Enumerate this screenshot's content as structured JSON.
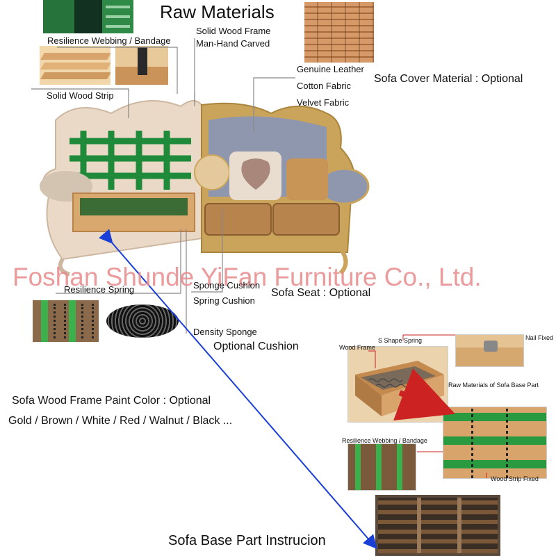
{
  "title": "Raw Materials",
  "labels": {
    "webbing": "Resilience Webbing / Bandage",
    "solid_wood_frame": "Solid Wood Frame",
    "man_hand_carved": "Man-Hand Carved",
    "solid_wood_strip": "Solid Wood Strip",
    "genuine_leather": "Genuine Leather",
    "cotton_fabric": "Cotton Fabric",
    "velvet_fabric": "Velvet Fabric",
    "cover_material": "Sofa Cover Material : Optional",
    "resilience_spring": "Resilience Spring",
    "sponge_cushion": "Sponge Cushion",
    "spring_cushion": "Spring Cushion",
    "sofa_seat": "Sofa Seat : Optional",
    "density_sponge": "Density Sponge",
    "optional_cushion": "Optional Cushion",
    "paint_color": "Sofa Wood Frame Paint Color : Optional",
    "colors_list": "Gold / Brown / White / Red / Walnut / Black ...",
    "base_instruction": "Sofa Base Part Instrucion"
  },
  "watermark": "Foshan Shunde YiFan Furniture Co., Ltd.",
  "base_diagram": {
    "wood_frame": "Wood Frame",
    "s_shape_spring": "S Shape Spring",
    "nail_fixed": "Nail Fixed",
    "raw_materials_base": "Raw Materials of Sofa Base Part",
    "webbing_small": "Resilience Webbing / Bandage",
    "wood_strip_fixed": "Wood Strip Fixed"
  },
  "colors": {
    "arrow_blue": "#1a3fd6",
    "watermark": "#e88a8a",
    "line_gray": "#888888",
    "webbing_green": "#1f8a3a",
    "gold_frame": "#caa45a",
    "fabric_blue": "#8e97ad",
    "wood": "#d9a46b",
    "red_link": "#cc2222"
  }
}
